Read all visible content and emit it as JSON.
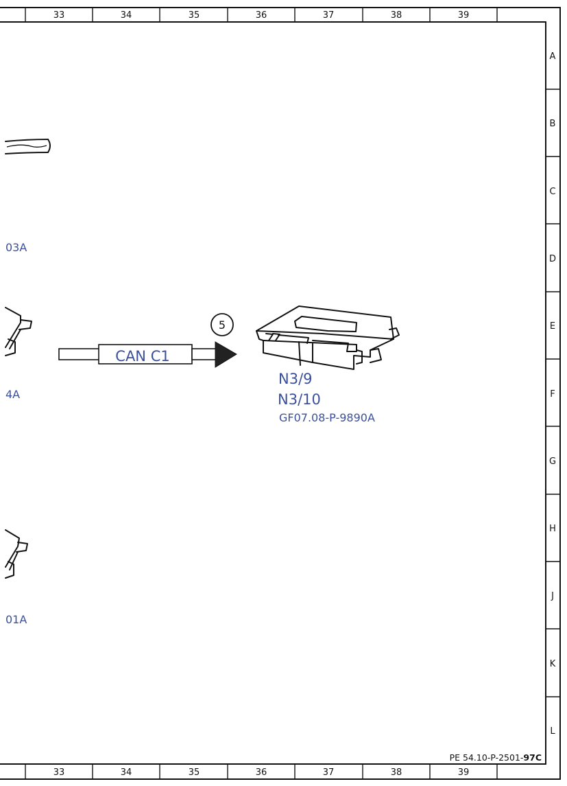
{
  "frame": {
    "top_columns": [
      "33",
      "34",
      "35",
      "36",
      "37",
      "38",
      "39"
    ],
    "bottom_columns": [
      "33",
      "34",
      "35",
      "36",
      "37",
      "38",
      "39"
    ],
    "rows": [
      "A",
      "B",
      "C",
      "D",
      "E",
      "F",
      "G",
      "H",
      "J",
      "K",
      "L"
    ]
  },
  "labels": {
    "left_d": "03A",
    "left_f": "4A",
    "left_j": "01A",
    "can_bus": "CAN C1",
    "callout": "5",
    "module_1": "N3/9",
    "module_2": "N3/10",
    "module_ref": "GF07.08-P-9890A"
  },
  "footer": {
    "doc_id_prefix": "PE 54.10-P-2501-",
    "doc_id_suffix": "97C"
  },
  "colors": {
    "label_blue": "#3b4f9c",
    "line": "#111111"
  }
}
